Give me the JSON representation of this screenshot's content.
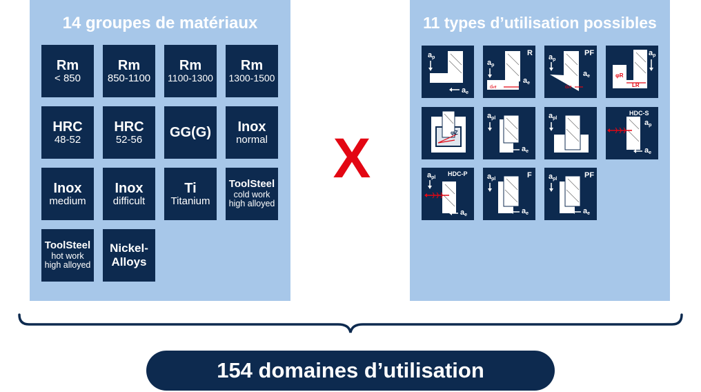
{
  "materials": {
    "title": "14 groupes de matériaux",
    "tiles": [
      {
        "main": "Rm",
        "sub": "< 850"
      },
      {
        "main": "Rm",
        "sub": "850-1100"
      },
      {
        "main": "Rm",
        "sub": "1100-1300"
      },
      {
        "main": "Rm",
        "sub": "1300-1500"
      },
      {
        "main": "HRC",
        "sub": "48-52"
      },
      {
        "main": "HRC",
        "sub": "52-56"
      },
      {
        "main": "GG(G)",
        "sub": ""
      },
      {
        "main": "Inox",
        "sub": "normal"
      },
      {
        "main": "Inox",
        "sub": "medium"
      },
      {
        "main": "Inox",
        "sub": "difficult"
      },
      {
        "main": "Ti",
        "sub": "Titanium"
      },
      {
        "main": "ToolSteel",
        "sub1": "cold work",
        "sub2": "high alloyed"
      },
      {
        "main": "ToolSteel",
        "sub1": "hot work",
        "sub2": "high alloyed"
      },
      {
        "line1": "Nickel-",
        "line2": "Alloys"
      }
    ]
  },
  "operator": "X",
  "usage": {
    "title": "11 types d’utilisation possibles",
    "icons": [
      {
        "name": "shoulder-milling-icon",
        "letter": "",
        "ap": "a",
        "ap_sub": "p",
        "ae": "a",
        "ae_sub": "e"
      },
      {
        "name": "roughing-icon",
        "letter": "R",
        "ap": "a",
        "ap_sub": "p",
        "ae": "a",
        "ae_sub": "e",
        "extra": "d",
        "extra_sub": "eff"
      },
      {
        "name": "pre-finishing-icon",
        "letter": "PF",
        "ap": "a",
        "ap_sub": "p",
        "ae": "a",
        "ae_sub": "e",
        "extra": "d",
        "extra_sub": "eff"
      },
      {
        "name": "corner-radius-icon",
        "letter": "",
        "ap": "a",
        "ap_sub": "p",
        "r_label": "φR",
        "lr_label": "LR"
      },
      {
        "name": "ramping-icon",
        "letter": "",
        "z_label": "φZ"
      },
      {
        "name": "slot-milling-icon",
        "letter": "",
        "ap": "a",
        "ap_sub": "pl",
        "ae": "a",
        "ae_sub": "e"
      },
      {
        "name": "side-milling-icon",
        "letter": "",
        "ap": "a",
        "ap_sub": "pl"
      },
      {
        "name": "hdc-s-icon",
        "letter": "HDC-S",
        "ap": "a",
        "ap_sub": "p",
        "ae": "a",
        "ae_sub": "e"
      },
      {
        "name": "hdc-p-icon",
        "letter": "HDC-P",
        "ap": "a",
        "ap_sub": "pl",
        "ae": "a",
        "ae_sub": "e"
      },
      {
        "name": "finishing-icon",
        "letter": "F",
        "ap": "a",
        "ap_sub": "pl",
        "ae": "a",
        "ae_sub": "e"
      },
      {
        "name": "pre-finishing-icon-2",
        "letter": "PF",
        "ap": "a",
        "ap_sub": "pl",
        "ae": "a",
        "ae_sub": "e"
      }
    ]
  },
  "result": "154 domaines d’utilisation",
  "colors": {
    "panel": "#a7c7e9",
    "tile": "#0d2a4f",
    "accent": "#e30613",
    "white": "#ffffff"
  }
}
